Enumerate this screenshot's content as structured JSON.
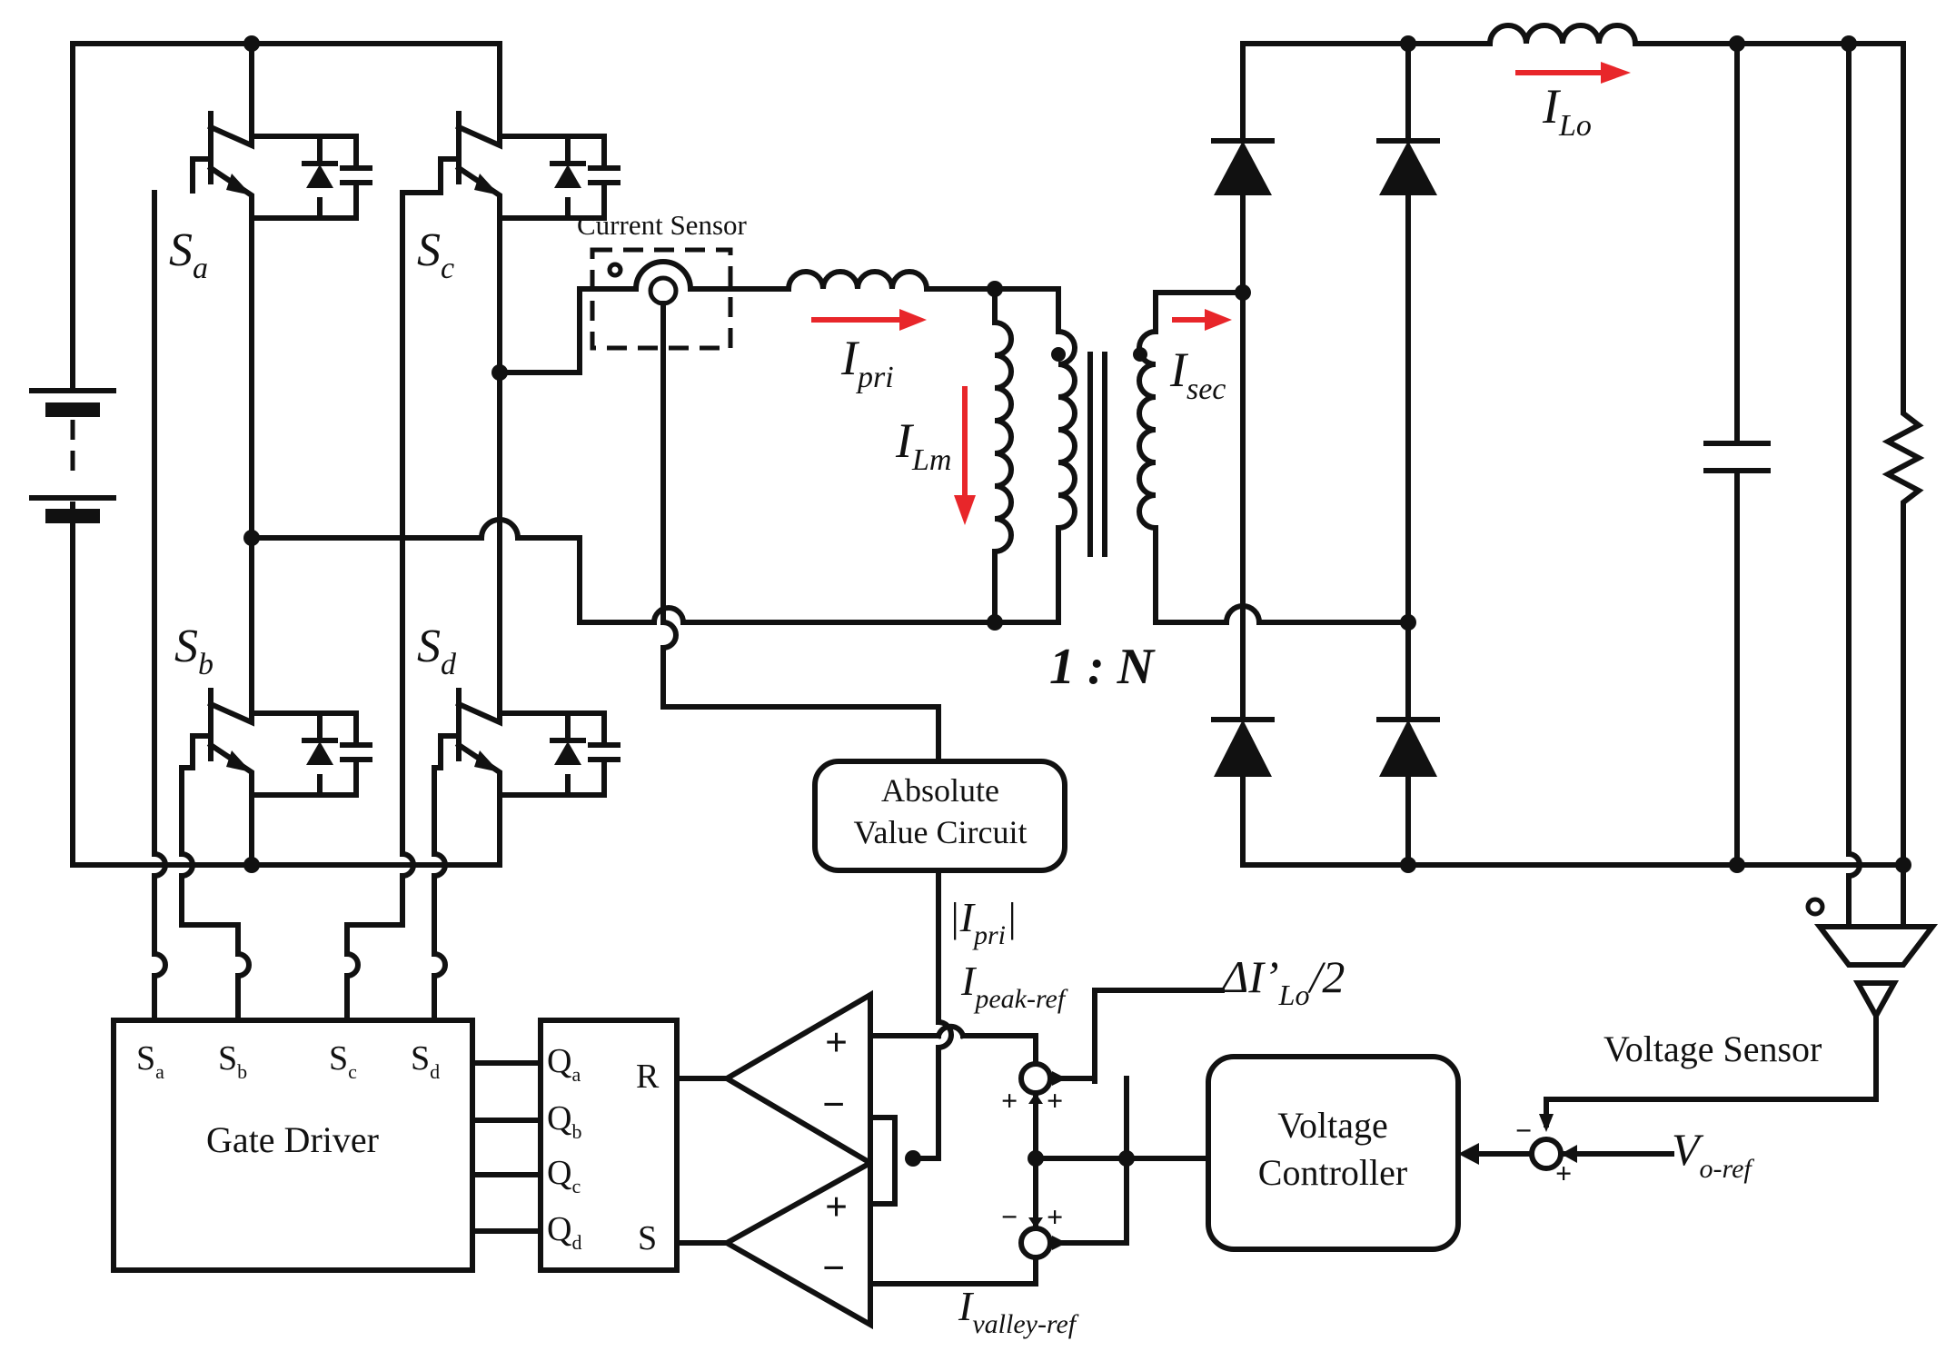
{
  "switches": {
    "sa": {
      "base": "S",
      "sub": "a"
    },
    "sb": {
      "base": "S",
      "sub": "b"
    },
    "sc": {
      "base": "S",
      "sub": "c"
    },
    "sd": {
      "base": "S",
      "sub": "d"
    }
  },
  "current_sensor_label": "Current Sensor",
  "currents": {
    "ipri": {
      "base": "I",
      "sub": "pri"
    },
    "ilm": {
      "base": "I",
      "sub": "Lm"
    },
    "isec": {
      "base": "I",
      "sub": "sec"
    },
    "ilo": {
      "base": "I",
      "sub": "Lo"
    }
  },
  "turns_ratio": "1 : N",
  "absolute_value_circuit": {
    "line1": "Absolute",
    "line2": "Value Circuit"
  },
  "abs_ipri": {
    "pre": "|I",
    "sub": "pri",
    "post": "|"
  },
  "ipeak_ref": {
    "base": "I",
    "sub": "peak-ref"
  },
  "ivalley_ref": {
    "base": "I",
    "sub": "valley-ref"
  },
  "delta_ilo": {
    "pre": "ΔI’",
    "sub": "Lo",
    "post": "/2"
  },
  "gate_driver": {
    "title": "Gate Driver",
    "inputs": [
      {
        "base": "S",
        "sub": "a"
      },
      {
        "base": "S",
        "sub": "b"
      },
      {
        "base": "S",
        "sub": "c"
      },
      {
        "base": "S",
        "sub": "d"
      }
    ]
  },
  "flip_flop": {
    "outputs": [
      {
        "base": "Q",
        "sub": "a"
      },
      {
        "base": "Q",
        "sub": "b"
      },
      {
        "base": "Q",
        "sub": "c"
      },
      {
        "base": "Q",
        "sub": "d"
      }
    ],
    "r_label": "R",
    "s_label": "S"
  },
  "comparator_top": {
    "plus": "+",
    "minus": "−"
  },
  "comparator_bottom": {
    "plus": "+",
    "minus": "−"
  },
  "sum_top": {
    "left": "+",
    "right": "+"
  },
  "sum_bottom": {
    "left": "−",
    "right": "+"
  },
  "sum_vo": {
    "top": "−",
    "bottom": "+"
  },
  "voltage_controller": {
    "line1": "Voltage",
    "line2": "Controller"
  },
  "voltage_sensor_label": "Voltage Sensor",
  "vo_ref": {
    "base": "V",
    "sub": "o-ref"
  }
}
